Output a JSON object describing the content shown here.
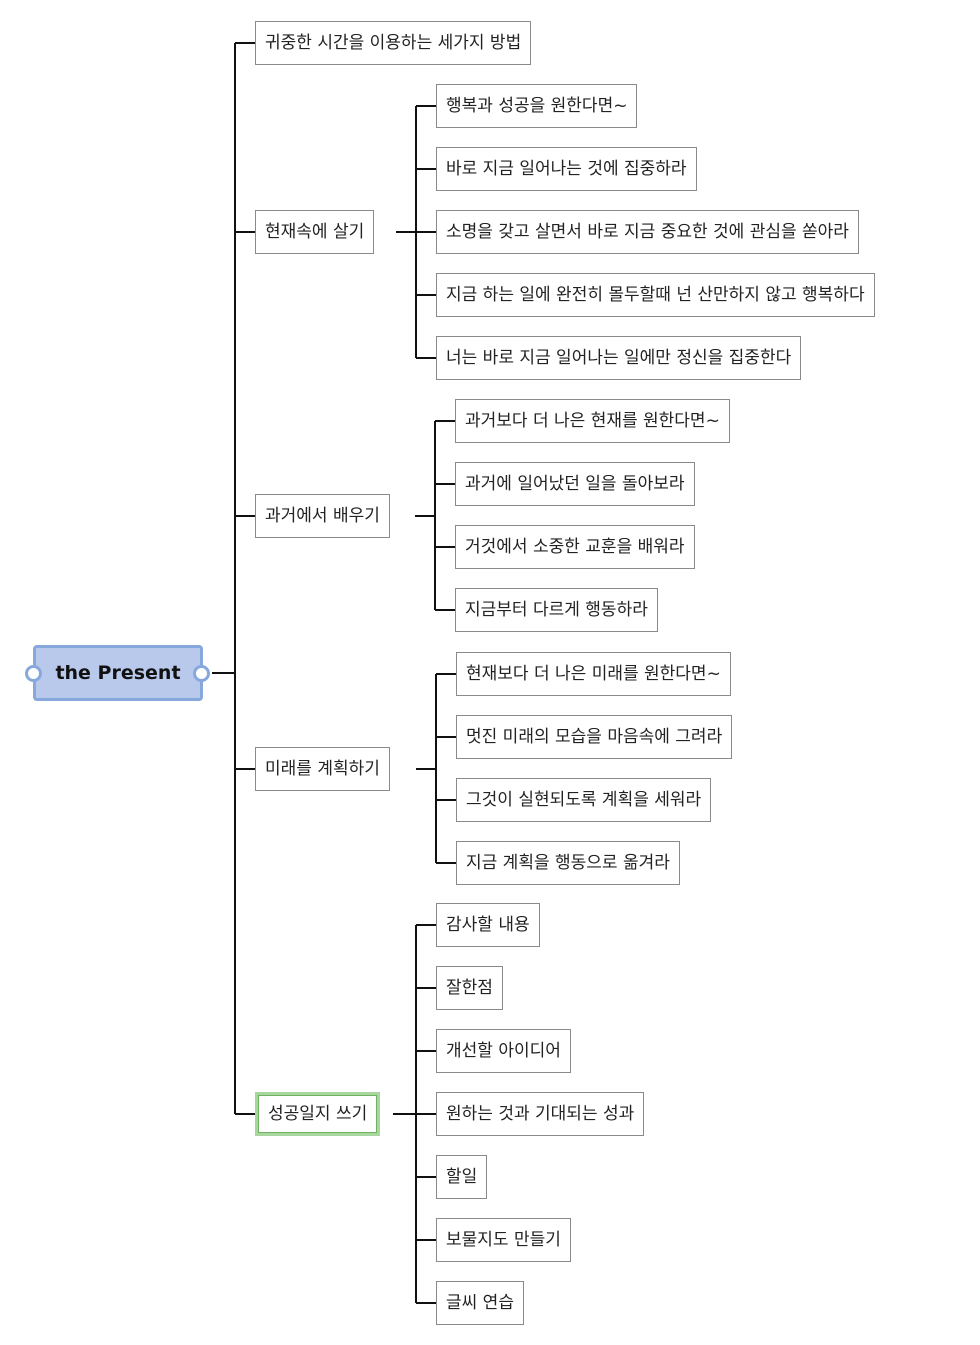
{
  "root": {
    "label": "the Present"
  },
  "branches": [
    {
      "label": "귀중한 시간을 이용하는 세가지 방법",
      "children": []
    },
    {
      "label": "현재속에 살기",
      "children": [
        "행복과 성공을 원한다면~",
        "바로 지금 일어나는 것에 집중하라",
        "소명을 갖고 살면서 바로 지금 중요한 것에 관심을 쏟아라",
        "지금 하는 일에 완전히 몰두할때 넌 산만하지 않고 행복하다",
        "너는 바로 지금 일어나는 일에만 정신을 집중한다"
      ]
    },
    {
      "label": "과거에서 배우기",
      "children": [
        "과거보다 더 나은 현재를 원한다면~",
        "과거에 일어났던 일을 돌아보라",
        "거것에서 소중한 교훈을 배워라",
        "지금부터 다르게 행동하라"
      ]
    },
    {
      "label": "미래를 계획하기",
      "children": [
        "현재보다 더 나은 미래를 원한다면~",
        "멋진 미래의 모습을 마음속에 그려라",
        "그것이 실현되도록 계획을 세워라",
        "지금 계획을 행동으로 옮겨라"
      ]
    },
    {
      "label": "성공일지 쓰기",
      "highlighted": true,
      "children": [
        "감사할 내용",
        "잘한점",
        "개선할 아이디어",
        "원하는 것과 기대되는 성과",
        "할일",
        "보물지도 만들기",
        "글씨 연습"
      ]
    }
  ]
}
